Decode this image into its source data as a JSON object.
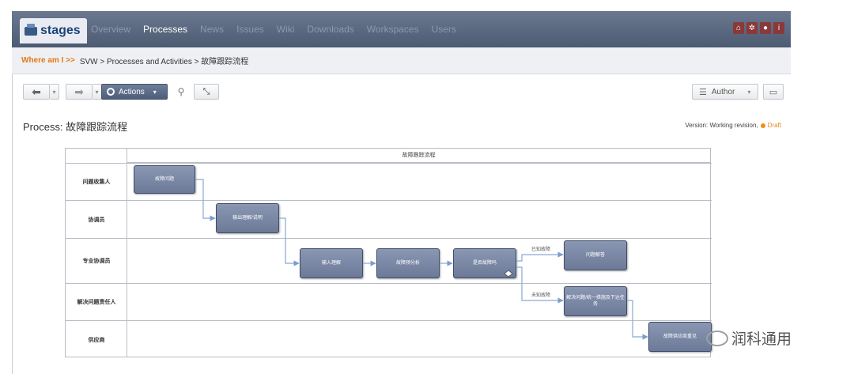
{
  "nav": {
    "logo": "stages",
    "items": [
      "Overview",
      "Processes",
      "News",
      "Issues",
      "Wiki",
      "Downloads",
      "Workspaces",
      "Users"
    ],
    "active": "Processes",
    "icons": [
      "home-icon",
      "gear-icon",
      "eye-icon",
      "info-icon"
    ]
  },
  "breadcrumb": {
    "lead": "Where am I >>",
    "path": "SVW > Processes and Activities > 故障跟踪流程"
  },
  "toolbar": {
    "actions_label": "Actions",
    "author_label": "Author"
  },
  "process": {
    "title": "Process: 故障跟踪流程",
    "version": "Version: Working revision,",
    "status": "Draft"
  },
  "diagram": {
    "title": "故障跟踪流程",
    "lanes": [
      "问题收集人",
      "协调员",
      "专业协调员",
      "解决问题责任人",
      "供应商"
    ],
    "tasks": [
      "故障问题",
      "输出理解/说明",
      "输入理解",
      "故障预分析",
      "是否故障吗",
      "问题解答",
      "解决问题/统一措施及下达任务",
      "故障供应商重见"
    ],
    "edge_labels": [
      "已知故障",
      "未知故障"
    ]
  },
  "watermark": "润科通用",
  "colors": {
    "nav": "#5a6880",
    "accent": "#e07a16",
    "task": "#7b89a6"
  }
}
